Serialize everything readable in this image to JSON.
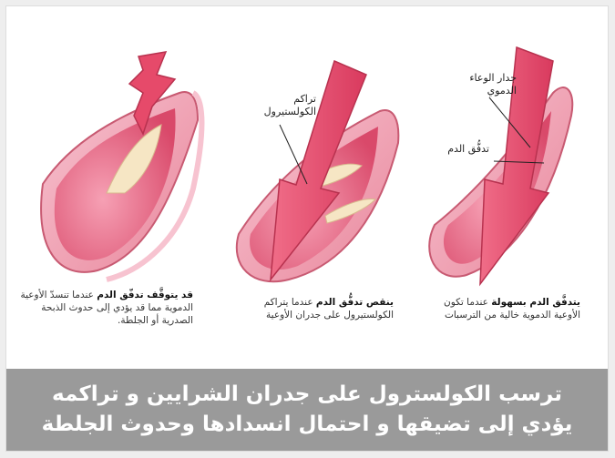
{
  "labels": {
    "vessel_wall": "جدار الوعاء\nالدموي",
    "blood_flow": "تدفُّق الدم",
    "cholesterol_buildup": "تراكم\nالكولستيرول"
  },
  "captions": {
    "left": {
      "bold": "قد يتوقَّف تدفّق الدم",
      "rest": " عندما تنسدّ الأوعية الدموية مما قد يؤدي إلى حدوث الذبحة الصدرية أو الجلطة."
    },
    "middle": {
      "bold": "ينقص تدفُّق الدم",
      "rest": " عندما يتراكم الكولستيرول على جدران الأوعية"
    },
    "right": {
      "bold": "يتدفَّق الدم بسهولة",
      "rest": " عندما تكون الأوعية الدموية خالية من الترسبات"
    }
  },
  "banner": {
    "line1": "ترسب الكولسترول على جدران الشرايين و تراكمه",
    "line2": "يؤدي إلى تضيقها و احتمال انسدادها وحدوث الجلطة"
  },
  "colors": {
    "vessel_outer": "#f0a0b4",
    "vessel_inner": "#e9667f",
    "plaque": "#f6e6c4",
    "arrow": "#e64a6a",
    "banner": "#9a9a9a"
  }
}
